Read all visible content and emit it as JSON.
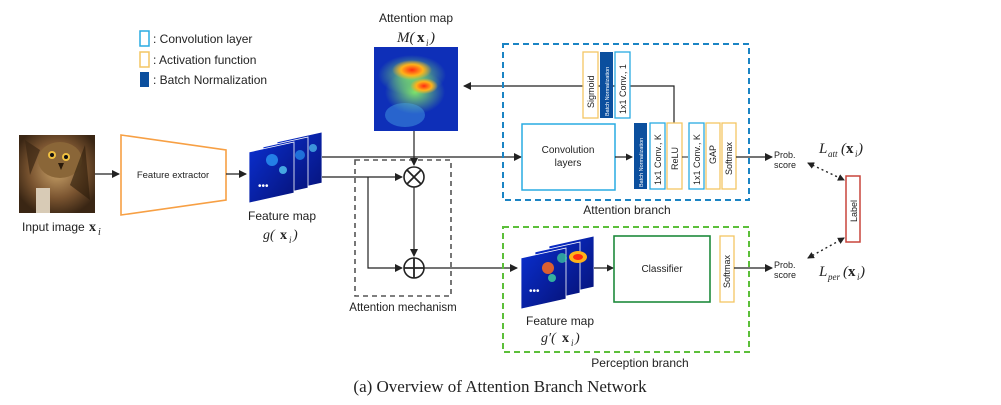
{
  "legend": {
    "convolution_layer": ": Convolution layer",
    "activation_function": ": Activation function",
    "batch_normalization": ": Batch Normalization"
  },
  "input": {
    "label": "Input image",
    "var": "x",
    "sub": "i"
  },
  "feature_extractor": {
    "label": "Feature extractor"
  },
  "feature_map": {
    "label": "Feature map",
    "expr_main": "g(",
    "expr_var": "x",
    "expr_sub": "i",
    "expr_close": ")"
  },
  "feature_map_prime": {
    "label": "Feature map",
    "expr_main": "g′(",
    "expr_var": "x",
    "expr_sub": "i",
    "expr_close": ")"
  },
  "attention_map": {
    "label": "Attention map",
    "expr_main": "M(",
    "expr_var": "x",
    "expr_sub": "i",
    "expr_close": ")"
  },
  "attention_mechanism": {
    "label": "Attention mechanism",
    "multiply_symbol": "⊗",
    "add_symbol": "⊕"
  },
  "attention_branch": {
    "label": "Attention branch",
    "convolution_layers": "Convolution",
    "convolution_layers_2": "layers",
    "bn1": "Batch Normalization",
    "conv1": "1x1 Conv., K",
    "relu": "ReLU",
    "conv2": "1x1 Conv., K",
    "gap": "GAP",
    "softmax": "Softmax",
    "sigmoid": "Sigmoid",
    "bn2": "Batch Normalization",
    "conv3": "1x1 Conv., 1"
  },
  "perception_branch": {
    "label": "Perception branch",
    "classifier": "Classifier",
    "softmax": "Softmax"
  },
  "outputs": {
    "prob_score_1a": "Prob.",
    "prob_score_1b": "score",
    "prob_score_2a": "Prob.",
    "prob_score_2b": "score",
    "loss_att_main": "L",
    "loss_att_sub": "att",
    "loss_per_main": "L",
    "loss_per_sub": "per",
    "loss_arg_open": "(",
    "loss_arg_var": "x",
    "loss_arg_sub": "i",
    "loss_arg_close": ")",
    "label_box": "Label"
  },
  "caption": "(a) Overview of Attention Branch Network",
  "colors": {
    "conv_blue": "#29abe2",
    "activation_yellow": "#f3c663",
    "bn_dark_blue": "#0b4f9e",
    "attention_dash_blue": "#1b84c4",
    "perception_dash_green": "#5cbf3a",
    "extractor_orange": "#f7a044",
    "classifier_green": "#1e8a3c",
    "label_red": "#c8453c"
  },
  "icons": {
    "multiply": "circle-times-icon",
    "add": "circle-plus-icon"
  }
}
